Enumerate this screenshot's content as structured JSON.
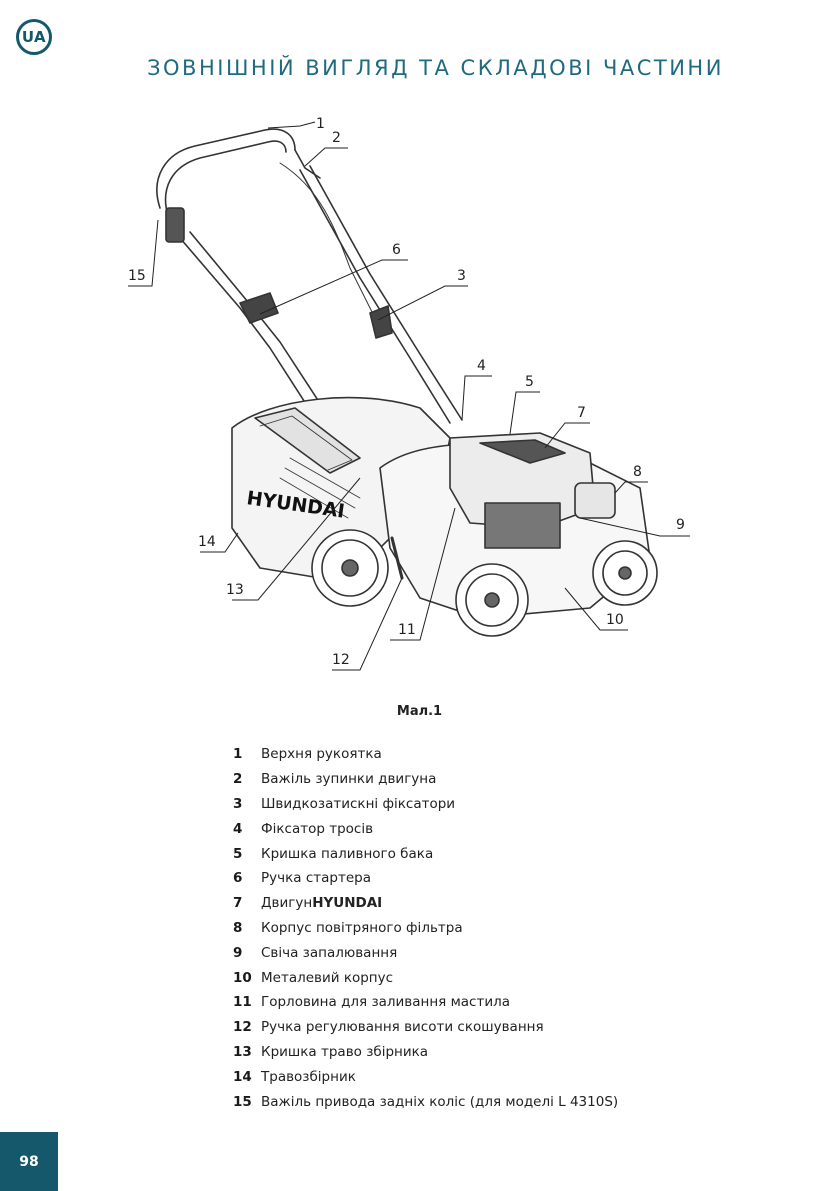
{
  "header": {
    "lang_badge": "UA",
    "title": "ЗОВНІШНІЙ ВИГЛЯД ТА СКЛАДОВІ ЧАСТИНИ"
  },
  "figure": {
    "brand_on_bag": "HYUNDAI",
    "callouts": [
      "1",
      "2",
      "3",
      "4",
      "5",
      "6",
      "7",
      "8",
      "9",
      "10",
      "11",
      "12",
      "13",
      "14",
      "15"
    ],
    "caption": "Мал.1"
  },
  "parts": [
    {
      "num": "1",
      "text": "Верхня рукоятка",
      "brand": ""
    },
    {
      "num": "2",
      "text": "Важіль зупинки двигуна",
      "brand": ""
    },
    {
      "num": "3",
      "text": "Швидкозатискні фіксатори",
      "brand": ""
    },
    {
      "num": "4",
      "text": "Фіксатор тросів",
      "brand": ""
    },
    {
      "num": "5",
      "text": "Кришка паливного бака",
      "brand": ""
    },
    {
      "num": "6",
      "text": "Ручка стартера",
      "brand": ""
    },
    {
      "num": "7",
      "text": "Двигун ",
      "brand": "HYUNDAI"
    },
    {
      "num": "8",
      "text": "Корпус повітряного фільтра",
      "brand": ""
    },
    {
      "num": "9",
      "text": "Свіча запалювання",
      "brand": ""
    },
    {
      "num": "10",
      "text": "Металевий корпус",
      "brand": ""
    },
    {
      "num": "11",
      "text": "Горловина для заливання мастила",
      "brand": ""
    },
    {
      "num": "12",
      "text": "Ручка регулювання висоти скошування",
      "brand": ""
    },
    {
      "num": "13",
      "text": "Кришка траво збірника",
      "brand": ""
    },
    {
      "num": "14",
      "text": "Травозбірник",
      "brand": ""
    },
    {
      "num": "15",
      "text": "Важіль привода задніх коліс (для моделі L 4310S)",
      "brand": ""
    }
  ],
  "footer": {
    "page_number": "98",
    "accent_color": "#15576b"
  }
}
